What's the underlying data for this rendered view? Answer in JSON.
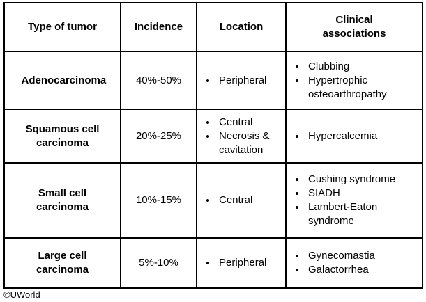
{
  "colors": {
    "border": "#000000",
    "text": "#000000",
    "background": "#ffffff"
  },
  "table": {
    "headers": [
      "Type of tumor",
      "Incidence",
      "Location",
      "Clinical associations"
    ],
    "rows": [
      {
        "tumor": "Adenocarcinoma",
        "incidence": "40%-50%",
        "location": [
          "Peripheral"
        ],
        "clinical": [
          "Clubbing",
          "Hypertrophic osteoarthropathy"
        ]
      },
      {
        "tumor": "Squamous cell carcinoma",
        "incidence": "20%-25%",
        "location": [
          "Central",
          "Necrosis & cavitation"
        ],
        "clinical": [
          "Hypercalcemia"
        ]
      },
      {
        "tumor": "Small cell carcinoma",
        "incidence": "10%-15%",
        "location": [
          "Central"
        ],
        "clinical": [
          "Cushing syndrome",
          "SIADH",
          "Lambert-Eaton syndrome"
        ]
      },
      {
        "tumor": "Large cell carcinoma",
        "incidence": "5%-10%",
        "location": [
          "Peripheral"
        ],
        "clinical": [
          "Gynecomastia",
          "Galactorrhea"
        ]
      }
    ]
  },
  "footer": {
    "copyright": "©UWorld"
  }
}
